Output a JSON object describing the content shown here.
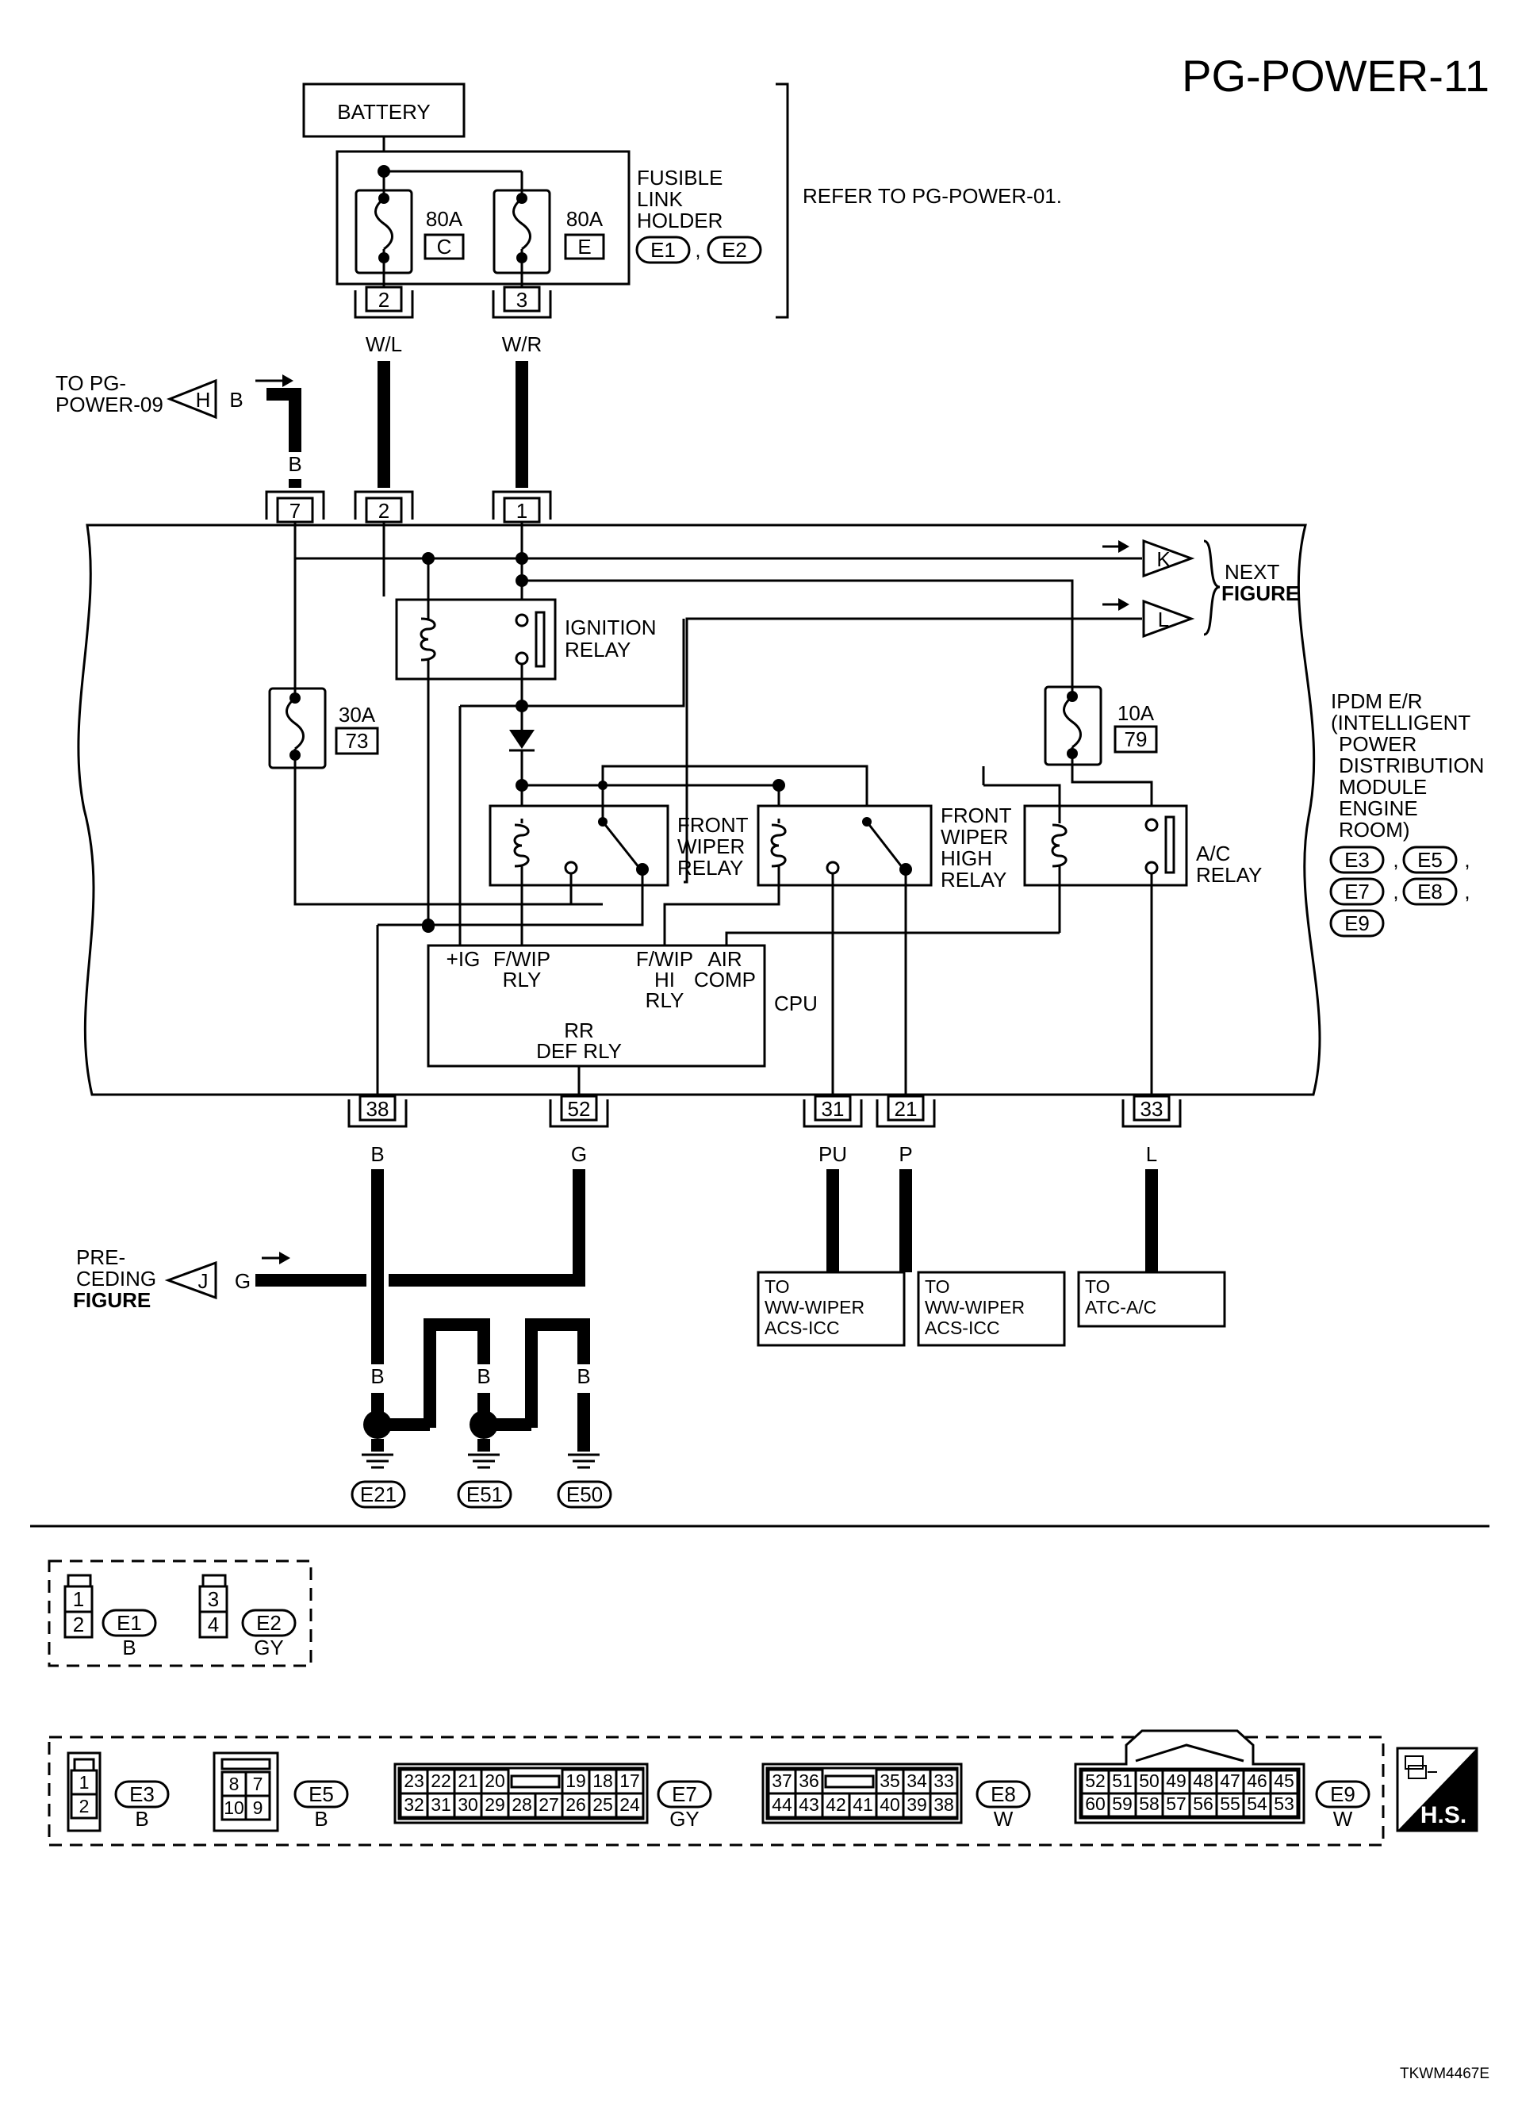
{
  "page": {
    "title": "PG-POWER-11",
    "footer_code": "TKWM4467E",
    "hs_badge": "H.S."
  },
  "power": {
    "battery": "BATTERY",
    "fuse_holder": [
      "FUSIBLE",
      "LINK",
      "HOLDER"
    ],
    "fuse1": {
      "amp": "80A",
      "id": "C",
      "pin": "2",
      "wire": "W/L"
    },
    "fuse2": {
      "amp": "80A",
      "id": "E",
      "pin": "3",
      "wire": "W/R"
    },
    "holder_connectors": [
      "E1",
      "E2"
    ],
    "refer_note": "REFER TO PG-POWER-01."
  },
  "inputs": {
    "to_power09": [
      "TO PG-",
      "POWER-09"
    ],
    "conn_h": "H",
    "wire_h": "B",
    "pin7": "7",
    "pin2": "2",
    "pin1": "1"
  },
  "ipdm": {
    "name": [
      "IPDM E/R",
      "(INTELLIGENT",
      "POWER",
      "DISTRIBUTION",
      "MODULE",
      "ENGINE",
      "ROOM)"
    ],
    "connectors": [
      "E3",
      "E5",
      "E7",
      "E8",
      "E9"
    ],
    "next_figure": [
      "NEXT",
      "FIGURE"
    ],
    "conn_k": "K",
    "conn_l": "L",
    "ignition_relay": [
      "IGNITION",
      "RELAY"
    ],
    "fuse30": {
      "amp": "30A",
      "id": "73"
    },
    "fuse10": {
      "amp": "10A",
      "id": "79"
    },
    "front_wiper_relay": [
      "FRONT",
      "WIPER",
      "RELAY"
    ],
    "front_wiper_high_relay": [
      "FRONT",
      "WIPER",
      "HIGH",
      "RELAY"
    ],
    "ac_relay": [
      "A/C",
      "RELAY"
    ],
    "cpu": {
      "label": "CPU",
      "ig": "+IG",
      "fwip_rly": [
        "F/WIP",
        "RLY"
      ],
      "fwip_hi_rly": [
        "F/WIP",
        "HI",
        "RLY"
      ],
      "air_comp": [
        "AIR",
        "COMP"
      ],
      "rr_def_rly": [
        "RR",
        "DEF RLY"
      ]
    }
  },
  "outputs": {
    "pins": [
      {
        "pin": "38",
        "wire": "B"
      },
      {
        "pin": "52",
        "wire": "G"
      },
      {
        "pin": "31",
        "wire": "PU"
      },
      {
        "pin": "21",
        "wire": "P"
      },
      {
        "pin": "33",
        "wire": "L"
      }
    ],
    "preceding": [
      "PRE-",
      "CEDING",
      "FIGURE"
    ],
    "conn_j": "J",
    "wire_j": "G",
    "dest1": [
      "TO",
      "WW-WIPER",
      "ACS-ICC"
    ],
    "dest2": [
      "TO",
      "WW-WIPER",
      "ACS-ICC"
    ],
    "dest3": [
      "TO",
      "ATC-A/C"
    ],
    "ground_wires": [
      "B",
      "B",
      "B",
      "B",
      "B"
    ],
    "grounds": [
      "E21",
      "E51",
      "E50"
    ]
  },
  "connector_views": {
    "e1": {
      "id": "E1",
      "color": "B",
      "pins": [
        "1",
        "2"
      ]
    },
    "e2": {
      "id": "E2",
      "color": "GY",
      "pins": [
        "3",
        "4"
      ]
    },
    "e3": {
      "id": "E3",
      "color": "B",
      "pins": [
        "1",
        "2"
      ]
    },
    "e5": {
      "id": "E5",
      "color": "B",
      "pins": [
        "8",
        "7",
        "10",
        "9"
      ]
    },
    "e7": {
      "id": "E7",
      "color": "GY",
      "top": [
        "23",
        "22",
        "21",
        "20",
        "19",
        "18",
        "17"
      ],
      "bottom": [
        "32",
        "31",
        "30",
        "29",
        "28",
        "27",
        "26",
        "25",
        "24"
      ]
    },
    "e8": {
      "id": "E8",
      "color": "W",
      "top": [
        "37",
        "36",
        "35",
        "34",
        "33"
      ],
      "bottom": [
        "44",
        "43",
        "42",
        "41",
        "40",
        "39",
        "38"
      ]
    },
    "e9": {
      "id": "E9",
      "color": "W",
      "top": [
        "52",
        "51",
        "50",
        "49",
        "48",
        "47",
        "46",
        "45"
      ],
      "bottom": [
        "60",
        "59",
        "58",
        "57",
        "56",
        "55",
        "54",
        "53"
      ]
    }
  }
}
